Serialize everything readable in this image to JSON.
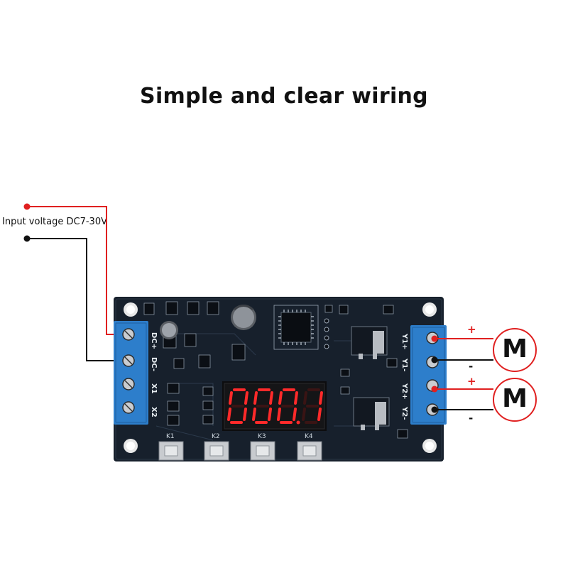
{
  "title": "Simple and clear wiring",
  "input_label": "Input voltage DC7-30V",
  "outputs": [
    {
      "plus": "+",
      "minus": "-",
      "motor": "M"
    },
    {
      "plus": "+",
      "minus": "-",
      "motor": "M"
    }
  ],
  "display_digits": "0001",
  "buttons": [
    "K1",
    "K2",
    "K3",
    "K4"
  ],
  "left_terminals": [
    "DC+",
    "DC-",
    "X1",
    "X2"
  ],
  "right_terminals": [
    "Y1+",
    "Y1-",
    "Y2+",
    "Y2-"
  ],
  "colors": {
    "wire_positive": "#e02020",
    "wire_negative": "#111111",
    "pcb": "#17202c",
    "terminal": "#2d7ecb",
    "display_digit": "#ff2a2a"
  }
}
